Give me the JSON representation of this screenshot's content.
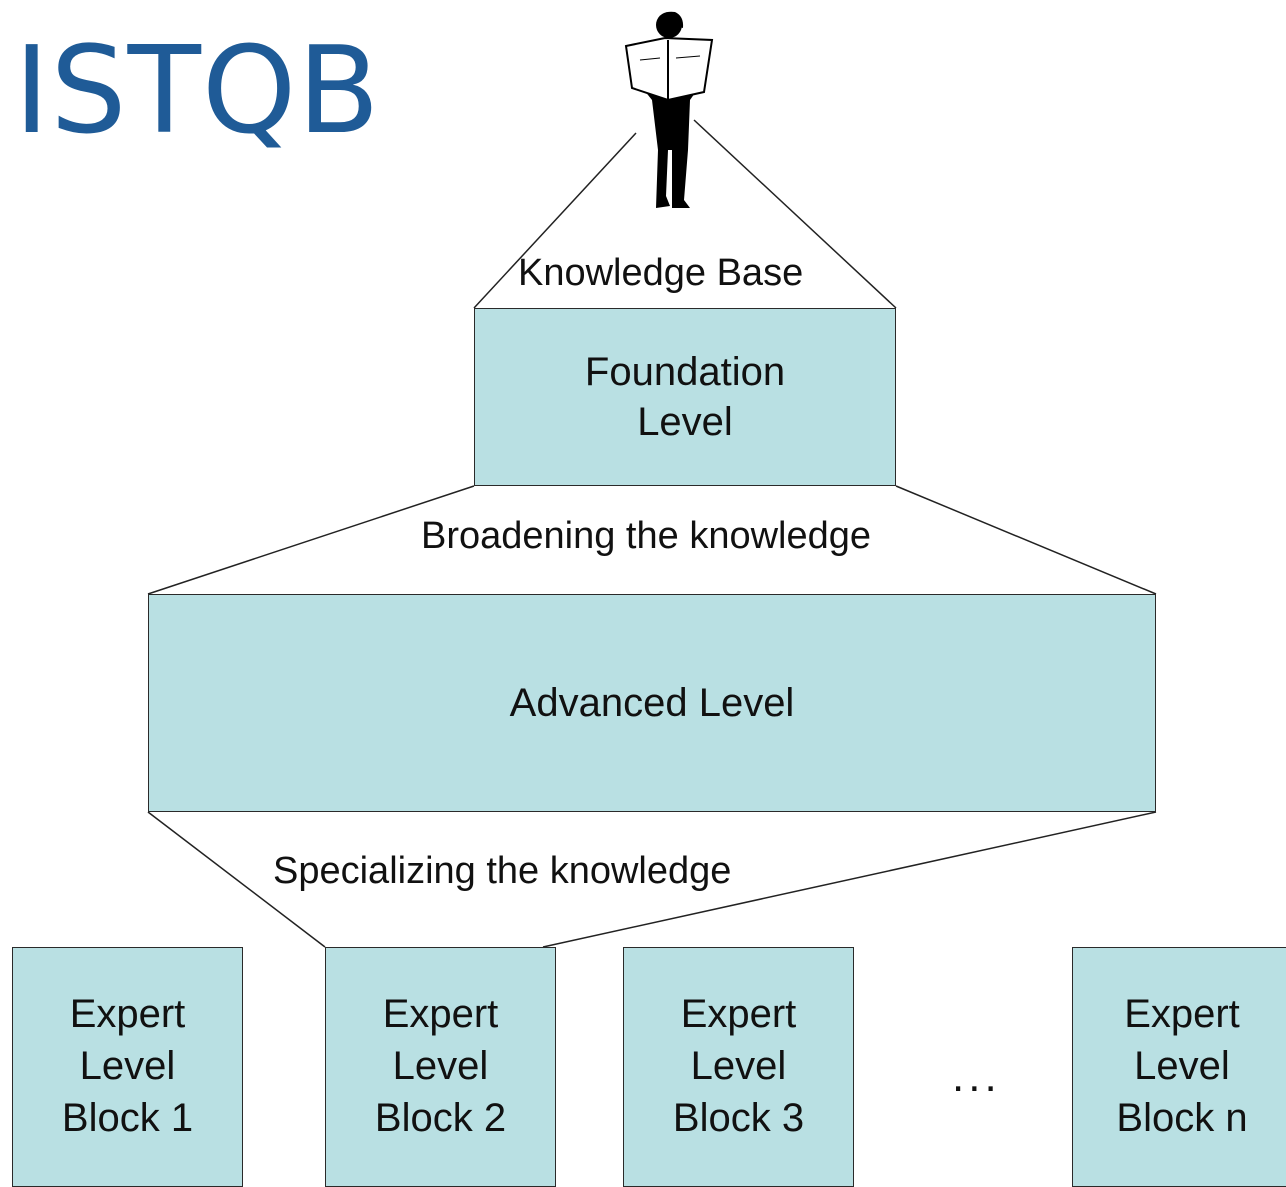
{
  "title": "ISTQB",
  "labels": {
    "knowledge_base": "Knowledge Base",
    "broadening": "Broadening the knowledge",
    "specializing": "Specializing the knowledge",
    "ellipsis": "..."
  },
  "levels": {
    "foundation": "Foundation\nLevel",
    "advanced": "Advanced Level"
  },
  "expert_blocks": [
    "Expert\nLevel\nBlock 1",
    "Expert\nLevel\nBlock 2",
    "Expert\nLevel\nBlock 3",
    "Expert\nLevel\nBlock n"
  ],
  "icons": {
    "reader": "person-reading-newspaper-icon"
  },
  "colors": {
    "title": "#1f5b97",
    "box_fill": "#b9e0e3",
    "line": "#222222"
  }
}
